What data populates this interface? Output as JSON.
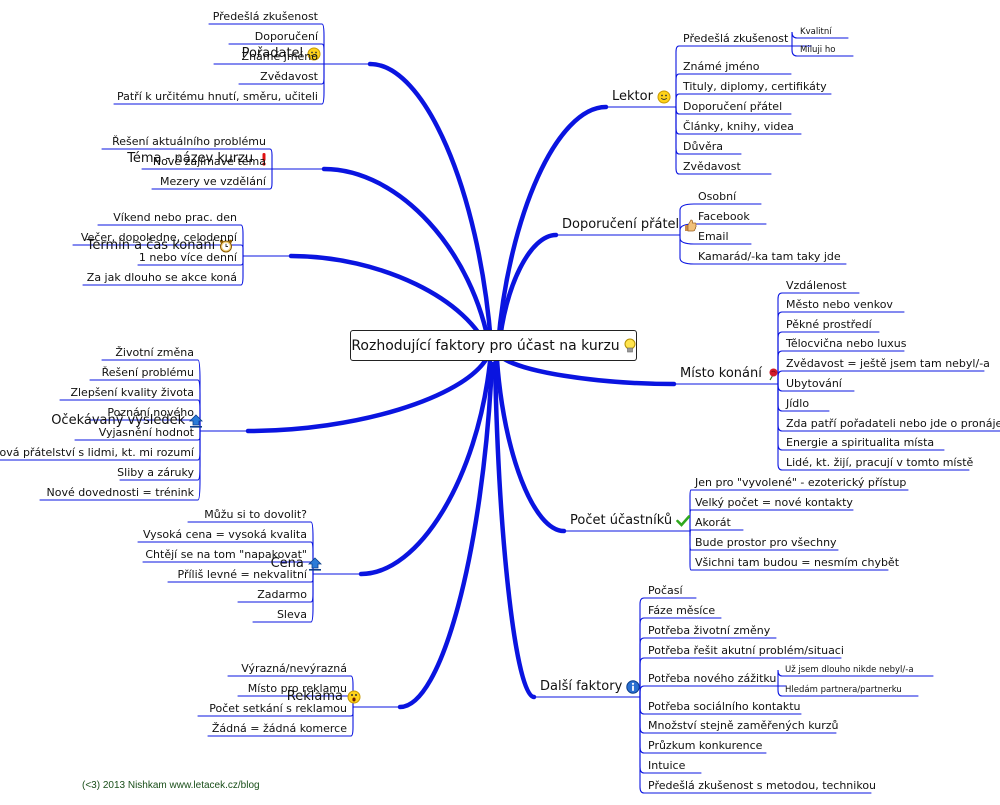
{
  "central": "Rozhodující faktory pro účast na kurzu",
  "credit": "(<3) 2013 Nishkam www.letacek.cz/blog",
  "icons": {
    "central": "lightbulb-icon",
    "poradatel": "smiley-icon",
    "tema": "exclamation-icon",
    "termin": "alarm-clock-icon",
    "vysledek": "priority-up-icon",
    "cena": "priority-up-icon",
    "reklama": "surprised-icon",
    "lektor": "smiley-icon",
    "doporuceni": "thumbs-up-icon",
    "misto": "rose-icon",
    "pocet": "checkmark-icon",
    "dalsi": "info-icon"
  },
  "colors": {
    "lines": "#0a14e0"
  },
  "branches": {
    "poradatel": {
      "label": "Pořadatel",
      "items": [
        "Předešlá zkušenost",
        "Doporučení",
        "Známé jméno",
        "Zvědavost",
        "Patří k určitému hnutí, směru, učiteli"
      ]
    },
    "tema": {
      "label": "Téma - název kurzu",
      "items": [
        "Řešení aktuálního problému",
        "Nové zajímavé téma",
        "Mezery ve vzdělání"
      ]
    },
    "termin": {
      "label": "Termín a čas konání",
      "items": [
        "Víkend nebo prac. den",
        "Večer, dopoledne, celodenní",
        "1 nebo více denní",
        "Za jak dlouho se akce koná"
      ]
    },
    "vysledek": {
      "label": "Očekávaný výsledek",
      "items": [
        "Životní změna",
        "Řešení problému",
        "Zlepšení kvality života",
        "Poznání nového",
        "Vyjasnění hodnot",
        "Nová přátelství s lidmi, kt. mi rozumí",
        "Sliby a záruky",
        "Nové dovednosti = trénink"
      ]
    },
    "cena": {
      "label": "Cena",
      "items": [
        "Můžu si to dovolit?",
        "Vysoká cena = vysoká kvalita",
        "Chtějí se na tom \"napakovat\"",
        "Příliš levné = nekvalitní",
        "Zadarmo",
        "Sleva"
      ]
    },
    "reklama": {
      "label": "Reklama",
      "items": [
        "Výrazná/nevýrazná",
        "Místo pro reklamu",
        "Počet setkání s reklamou",
        "Žádná = žádná komerce"
      ]
    },
    "lektor": {
      "label": "Lektor",
      "items": [
        "Předešlá zkušenost",
        "Známé jméno",
        "Tituly, diplomy, certifikáty",
        "Doporučení přátel",
        "Články, knihy, videa",
        "Důvěra",
        "Zvědavost"
      ],
      "sub": [
        "Kvalitní",
        "Miluji ho"
      ]
    },
    "doporuceni": {
      "label": "Doporučení přátel",
      "items": [
        "Osobní",
        "Facebook",
        "Email",
        "Kamarád/-ka tam taky jde"
      ]
    },
    "misto": {
      "label": "Místo konání",
      "items": [
        "Vzdálenost",
        "Město nebo venkov",
        "Pěkné prostředí",
        "Tělocvična nebo luxus",
        "Zvědavost = ještě jsem tam nebyl/-a",
        "Ubytování",
        "Jídlo",
        "Zda patří pořadateli nebo jde o pronájem",
        "Energie a spiritualita místa",
        "Lidé, kt. žijí, pracují v tomto místě"
      ]
    },
    "pocet": {
      "label": "Počet účastníků",
      "items": [
        "Jen pro \"vyvolené\" - ezoterický přístup",
        "Velký počet = nové kontakty",
        "Akorát",
        "Bude prostor pro všechny",
        "Všichni tam budou = nesmím chybět"
      ]
    },
    "dalsi": {
      "label": "Další faktory",
      "items": [
        "Počasí",
        "Fáze měsíce",
        "Potřeba životní změny",
        "Potřeba řešit akutní problém/situaci",
        "Potřeba nového zážitku",
        "Potřeba sociálního kontaktu",
        "Množství stejně zaměřených kurzů",
        "Průzkum konkurence",
        "Intuice",
        "Předešlá zkušenost s metodou, technikou"
      ],
      "sub": [
        "Už jsem dlouho nikde nebyl/-a",
        "Hledám partnera/partnerku"
      ]
    }
  }
}
